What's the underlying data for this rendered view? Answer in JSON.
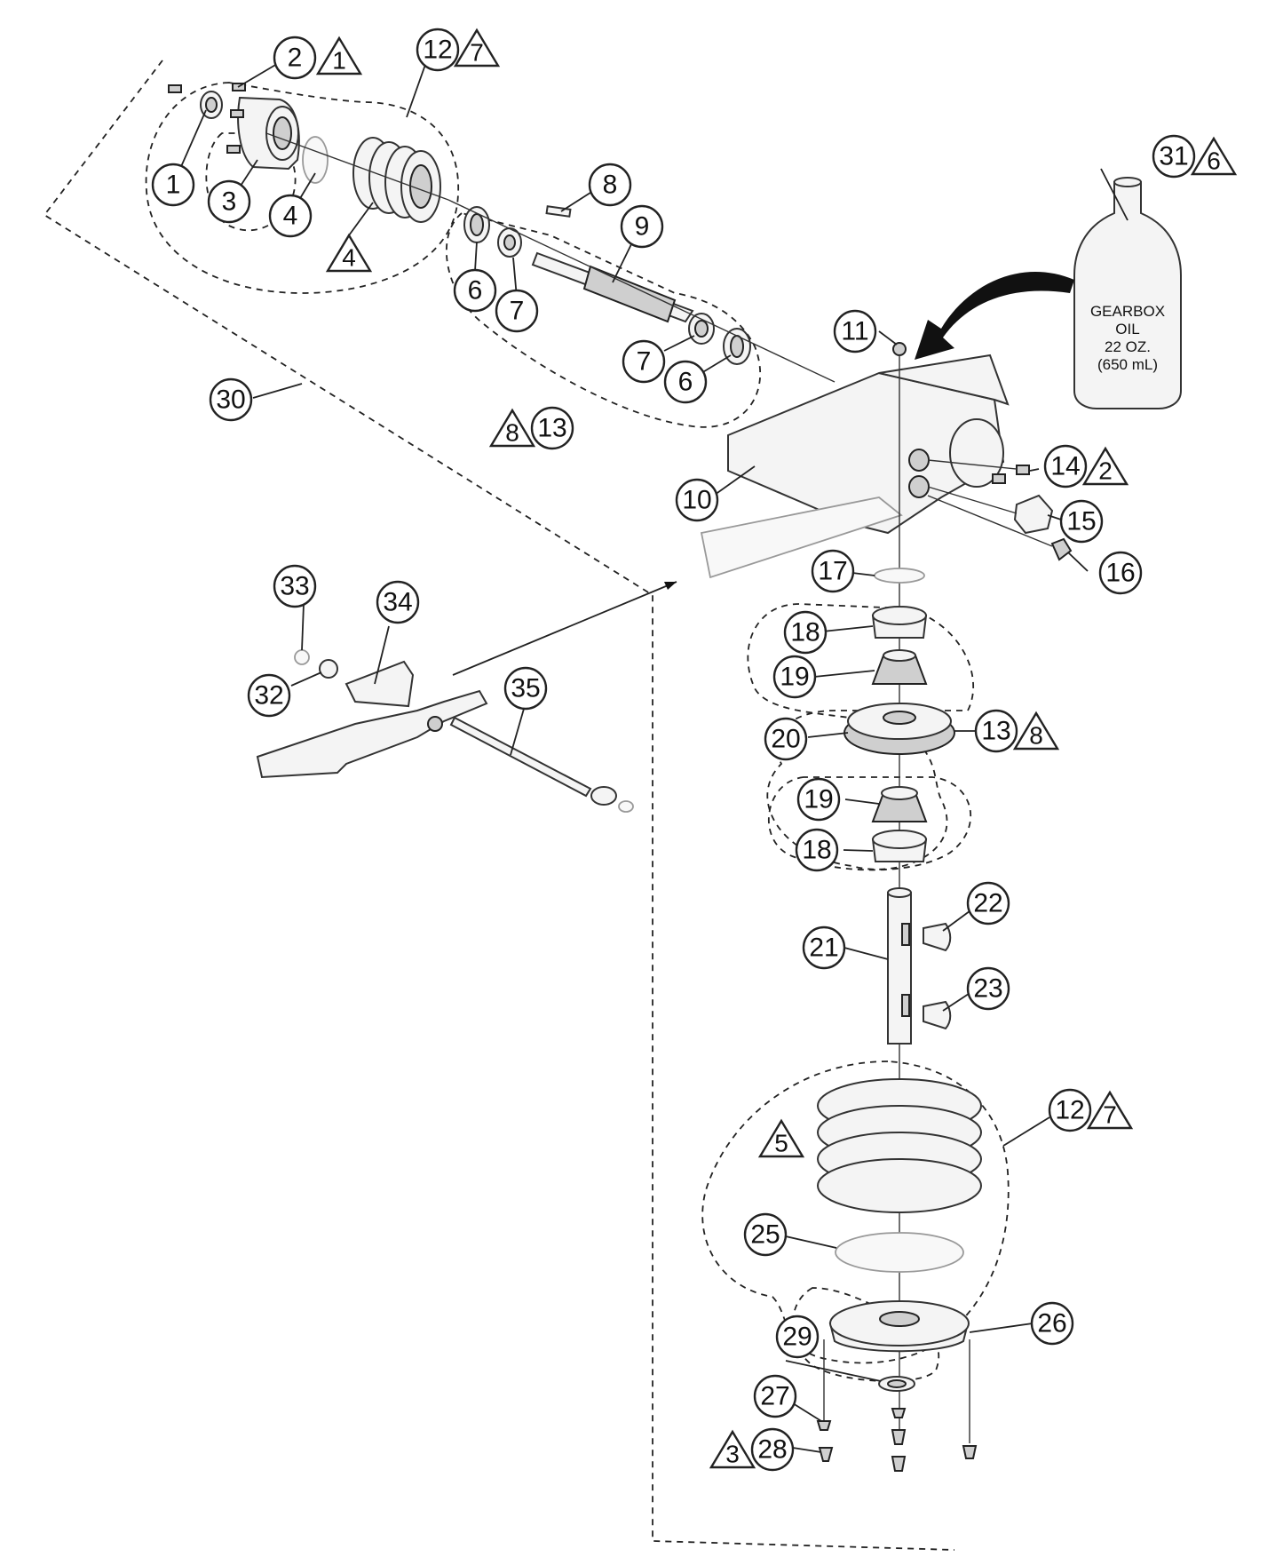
{
  "diagram": {
    "bottle_label": [
      "GEARBOX",
      "OIL",
      "22 OZ.",
      "(650 mL)"
    ],
    "callouts": [
      {
        "id": "c1",
        "label": "1"
      },
      {
        "id": "c2",
        "label": "2"
      },
      {
        "id": "c3",
        "label": "3"
      },
      {
        "id": "c4",
        "label": "4"
      },
      {
        "id": "c6a",
        "label": "6"
      },
      {
        "id": "c7a",
        "label": "7"
      },
      {
        "id": "c8",
        "label": "8"
      },
      {
        "id": "c9",
        "label": "9"
      },
      {
        "id": "c7b",
        "label": "7"
      },
      {
        "id": "c6b",
        "label": "6"
      },
      {
        "id": "c12a",
        "label": "12"
      },
      {
        "id": "c13a",
        "label": "13"
      },
      {
        "id": "c30",
        "label": "30"
      },
      {
        "id": "c11",
        "label": "11"
      },
      {
        "id": "c31",
        "label": "31"
      },
      {
        "id": "c10",
        "label": "10"
      },
      {
        "id": "c14",
        "label": "14"
      },
      {
        "id": "c15",
        "label": "15"
      },
      {
        "id": "c16",
        "label": "16"
      },
      {
        "id": "c17",
        "label": "17"
      },
      {
        "id": "c18a",
        "label": "18"
      },
      {
        "id": "c19a",
        "label": "19"
      },
      {
        "id": "c20",
        "label": "20"
      },
      {
        "id": "c13b",
        "label": "13"
      },
      {
        "id": "c19b",
        "label": "19"
      },
      {
        "id": "c18b",
        "label": "18"
      },
      {
        "id": "c21",
        "label": "21"
      },
      {
        "id": "c22",
        "label": "22"
      },
      {
        "id": "c23",
        "label": "23"
      },
      {
        "id": "c12b",
        "label": "12"
      },
      {
        "id": "c25",
        "label": "25"
      },
      {
        "id": "c26",
        "label": "26"
      },
      {
        "id": "c29",
        "label": "29"
      },
      {
        "id": "c27",
        "label": "27"
      },
      {
        "id": "c28",
        "label": "28"
      },
      {
        "id": "c33",
        "label": "33"
      },
      {
        "id": "c34",
        "label": "34"
      },
      {
        "id": "c32",
        "label": "32"
      },
      {
        "id": "c35",
        "label": "35"
      }
    ],
    "notes": [
      {
        "id": "n1",
        "label": "1"
      },
      {
        "id": "n7a",
        "label": "7"
      },
      {
        "id": "n4",
        "label": "4"
      },
      {
        "id": "n8a",
        "label": "8"
      },
      {
        "id": "n6",
        "label": "6"
      },
      {
        "id": "n2",
        "label": "2"
      },
      {
        "id": "n8b",
        "label": "8"
      },
      {
        "id": "n7b",
        "label": "7"
      },
      {
        "id": "n5",
        "label": "5"
      },
      {
        "id": "n3",
        "label": "3"
      }
    ]
  }
}
